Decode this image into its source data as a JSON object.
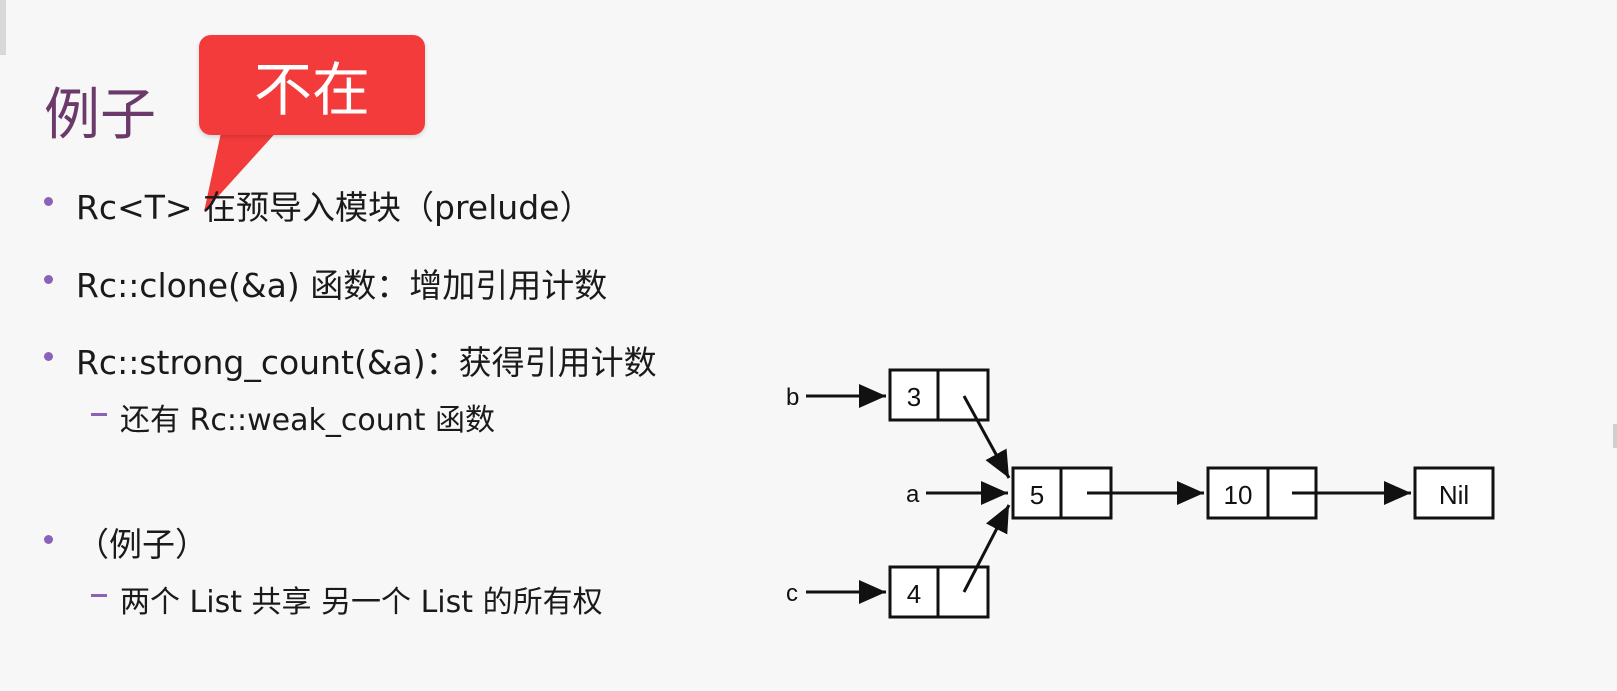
{
  "slide": {
    "title": "例子",
    "callout": {
      "text": "不在"
    },
    "bullets": [
      {
        "text": "Rc<T> 在预导入模块（prelude）"
      },
      {
        "text": "Rc::clone(&a) 函数：增加引用计数"
      },
      {
        "text": "Rc::strong_count(&a)：获得引用计数",
        "sub": "还有 Rc::weak_count 函数"
      },
      {
        "text": "（例子）",
        "sub": "两个 List 共享 另一个 List 的所有权"
      }
    ],
    "diagram": {
      "variables": {
        "b": "b",
        "a": "a",
        "c": "c"
      },
      "nodes": {
        "b_node": "3",
        "a_node": "5",
        "mid_node": "10",
        "c_node": "4",
        "nil": "Nil"
      }
    },
    "colors": {
      "title": "#6b3a6b",
      "bullet": "#8a63b8",
      "callout": "#f43b3b"
    }
  }
}
